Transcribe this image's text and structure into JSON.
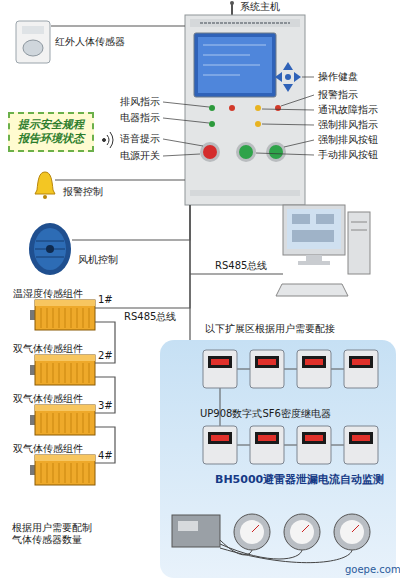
{
  "diagram": {
    "nodes": [
      {
        "text": [
          "系统主机"
        ]
      },
      {
        "text": [
          "红外人体传感器"
        ]
      },
      {
        "text": [
          "提示安全规程 报告环境状态"
        ]
      },
      {
        "text": [
          "报警控制"
        ]
      },
      {
        "text": [
          "风机控制"
        ]
      },
      {
        "text": [
          "温湿度传感组件"
        ]
      },
      {
        "text": [
          "双气体传感组件"
        ]
      },
      {
        "text": [
          "双气体传感组件"
        ]
      },
      {
        "text": [
          "双气体传感组件"
        ]
      },
      {
        "text": [
          "以下扩展区根据用户需要配接",
          "UP908数字式SF6密度继电器",
          "BH5000避雷器泄漏电流自动监测"
        ]
      }
    ],
    "edges": [
      {
        "from": 1,
        "to": 0,
        "arrow": "none"
      },
      {
        "from": 0,
        "to": 3,
        "arrow": "none"
      },
      {
        "from": 0,
        "to": 4,
        "arrow": "none"
      },
      {
        "from": 0,
        "to": 5,
        "label": "RS485总线",
        "arrow": "none"
      },
      {
        "from": 5,
        "to": 6,
        "arrow": "none"
      },
      {
        "from": 6,
        "to": 7,
        "arrow": "none"
      },
      {
        "from": 7,
        "to": 8,
        "arrow": "none"
      },
      {
        "from": 0,
        "to": 9,
        "arrow": "none"
      }
    ],
    "labels": [
      "排风指示",
      "电器指示",
      "语音提示",
      "电源开关",
      "操作健盘",
      "报警指示",
      "通讯故障指示",
      "强制排风指示",
      "强制排风按钮",
      "手动排风按钮",
      "RS485总线",
      "1#",
      "2#",
      "3#",
      "4#",
      "根据用户需要配制 气体传感器数量",
      "goepe.com"
    ]
  }
}
